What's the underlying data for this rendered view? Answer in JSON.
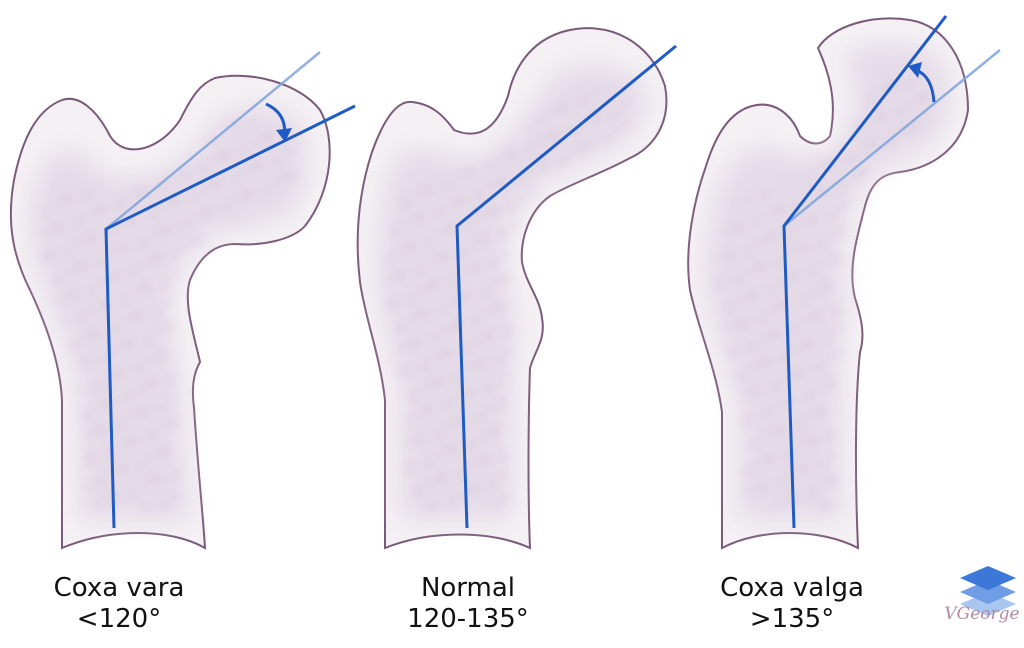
{
  "colors": {
    "bone_outline": "#7a5a7a",
    "bone_fill": "#f3eef3",
    "trabecular": "#cdbbd3",
    "axis_line": "#1f5bc4",
    "reference_line": "#7fa3dd",
    "watermark_blue": "#3c78d8"
  },
  "panels": [
    {
      "name": "Coxa vara",
      "angle": "<120°"
    },
    {
      "name": "Normal",
      "angle": "120-135°"
    },
    {
      "name": "Coxa valga",
      "angle": ">135°"
    }
  ],
  "watermark": {
    "text": "VGeorge",
    "icon": "stacked-layers-logo"
  }
}
